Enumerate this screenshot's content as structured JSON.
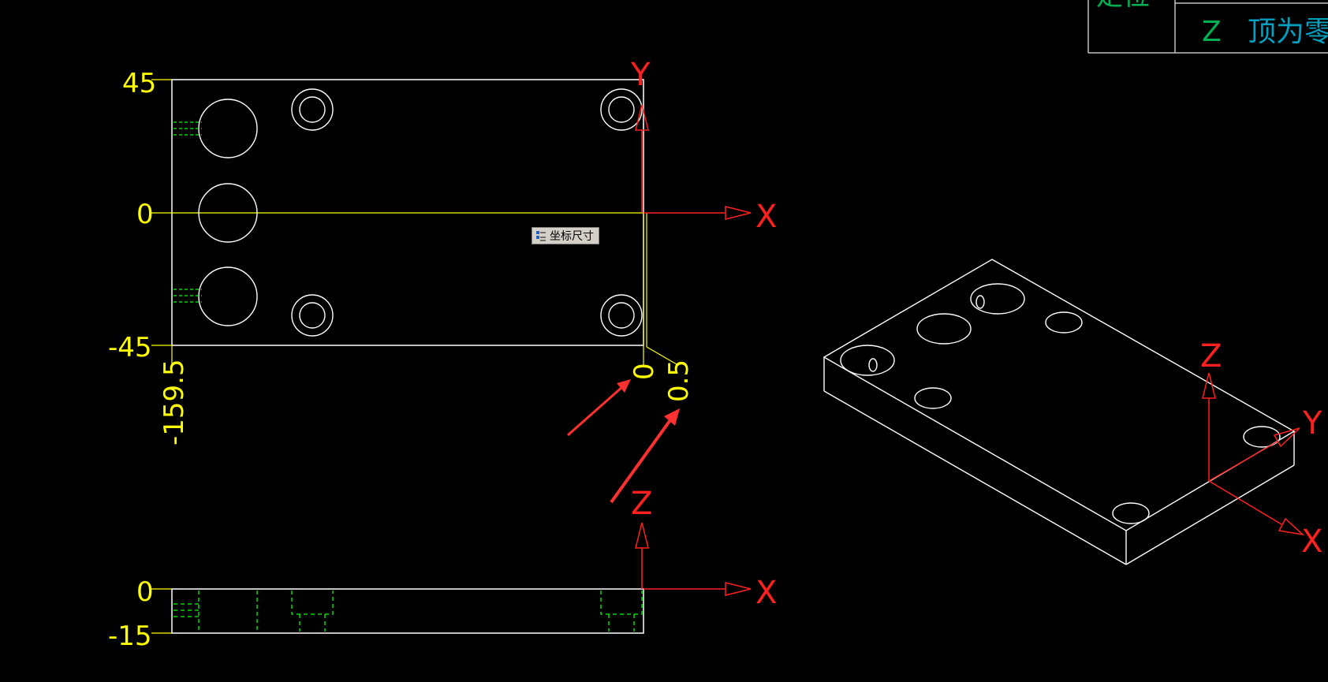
{
  "colors": {
    "background": "#000000",
    "geometry": "#ffffff",
    "dimension": "#ffff00",
    "axis": "#ff2020",
    "hidden_line": "#00ff00",
    "title_text_green": "#00b050",
    "title_text_cyan": "#00a0c0",
    "arrow": "#ff3030"
  },
  "title_block": {
    "top_label": "定位",
    "axis_letter": "Z",
    "axis_note": "顶为零"
  },
  "top_view": {
    "dims": {
      "y_top": "45",
      "y_zero": "0",
      "y_bottom": "-45",
      "x_left": "-159.5",
      "x_zero": "0",
      "x_offset": "0.5"
    },
    "axes": {
      "x": "X",
      "y": "Y"
    }
  },
  "front_view": {
    "dims": {
      "z_zero": "0",
      "z_bottom": "-15"
    },
    "axes": {
      "x": "X",
      "z": "Z"
    }
  },
  "iso_view": {
    "axes": {
      "x": "X",
      "y": "Y",
      "z": "Z"
    }
  },
  "tooltip": {
    "icon": "coordinate-dimension-icon",
    "label": "坐标尺寸"
  }
}
